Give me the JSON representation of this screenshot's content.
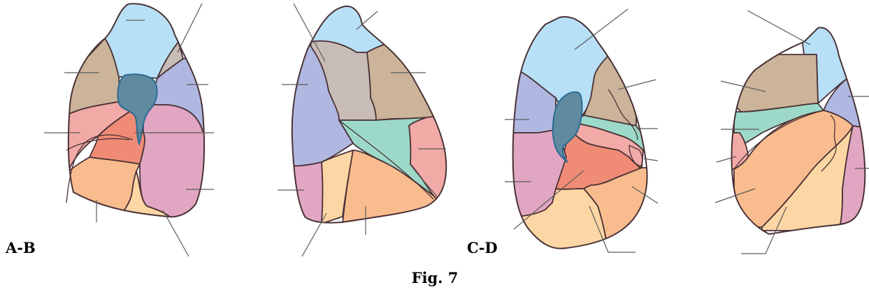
{
  "figure": {
    "caption": "Fig. 7",
    "panel_labels": [
      "A-B",
      "C-D"
    ]
  },
  "colors": {
    "light_blue": "#b7e0f6",
    "taupe": "#c8bcb6",
    "tan": "#ccb49a",
    "periwinkle": "#b0b7e0",
    "pink": "#f2aaa6",
    "salmon": "#f08c76",
    "peach": "#f9bc8e",
    "light_peach": "#fcd6a4",
    "mauve": "#e1a6c2",
    "mint": "#9cd9c8",
    "hilum": "#5f8aa0",
    "outline": "#4a3236",
    "leader_line": "#5a5a5a"
  }
}
